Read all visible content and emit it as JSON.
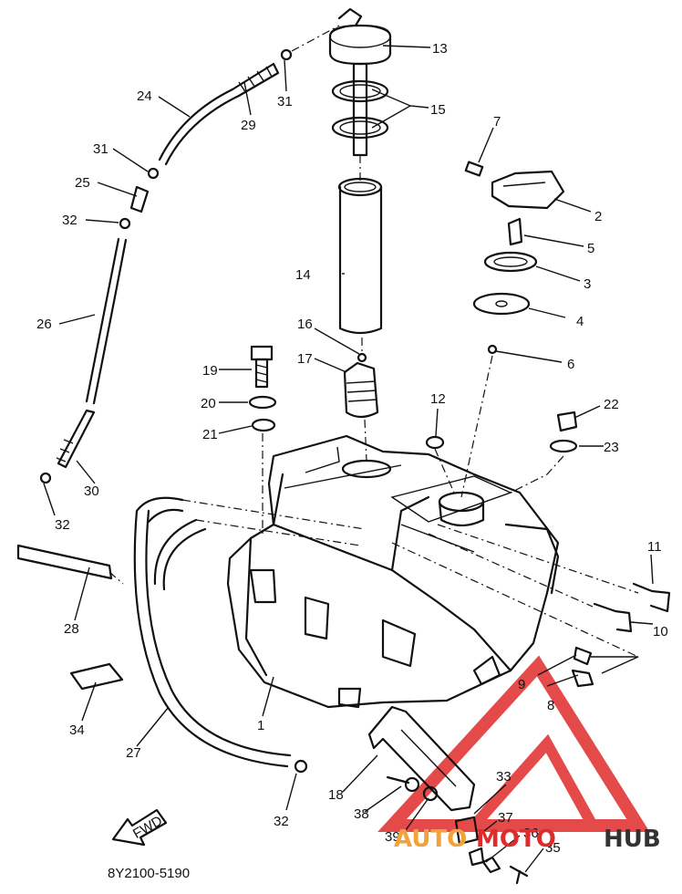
{
  "drawing_code": "8Y2100-5190",
  "front_arrow_text": "FWD",
  "watermark": {
    "brand_left": "AUTO",
    "brand_mid": "MOTO",
    "brand_right": "HUB",
    "color_red": "#e02b2b",
    "color_gold": "#f2a23a",
    "color_dark": "#333333"
  },
  "callouts": {
    "c1": "1",
    "c2": "2",
    "c3": "3",
    "c4": "4",
    "c5": "5",
    "c6": "6",
    "c7": "7",
    "c8": "8",
    "c9": "9",
    "c10": "10",
    "c11": "11",
    "c12": "12",
    "c13": "13",
    "c14": "14",
    "c15": "15",
    "c16": "16",
    "c17": "17",
    "c18": "18",
    "c19": "19",
    "c20": "20",
    "c21": "21",
    "c22": "22",
    "c23": "23",
    "c24": "24",
    "c25": "25",
    "c26": "26",
    "c27": "27",
    "c28": "28",
    "c29": "29",
    "c30": "30",
    "c31a": "31",
    "c31b": "31",
    "c32a": "32",
    "c32b": "32",
    "c32c": "32",
    "c33": "33",
    "c34": "34",
    "c35": "35",
    "c36": "36",
    "c37": "37",
    "c38": "38",
    "c39": "39"
  }
}
